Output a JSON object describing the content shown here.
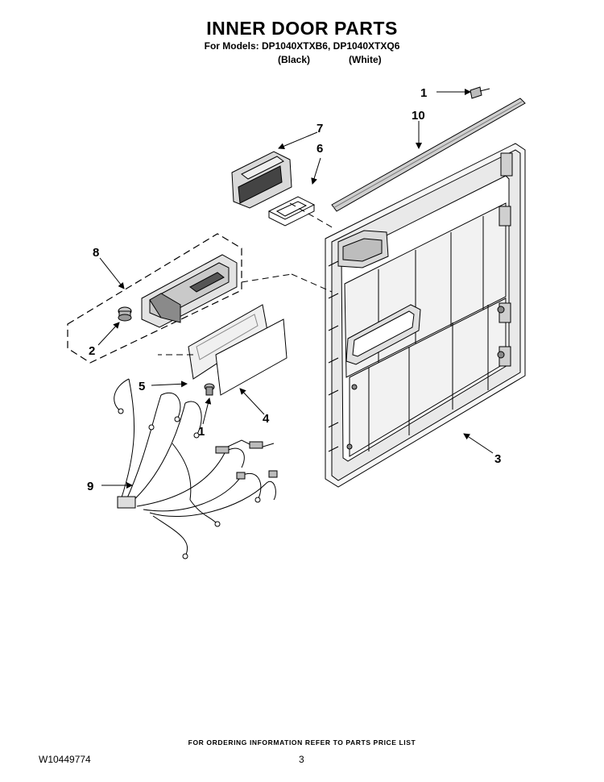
{
  "header": {
    "title": "INNER DOOR PARTS",
    "models_line": "For Models: DP1040XTXB6, DP1040XTXQ6",
    "variant_black": "(Black)",
    "variant_white": "(White)"
  },
  "callouts": {
    "c1_top": "1",
    "c10": "10",
    "c7": "7",
    "c6": "6",
    "c8": "8",
    "c2": "2",
    "c5": "5",
    "c1_mid": "1",
    "c4": "4",
    "c3": "3",
    "c9": "9"
  },
  "footer": {
    "ordering_note": "FOR ORDERING INFORMATION REFER TO PARTS PRICE LIST",
    "document_number": "W10449774",
    "page_number": "3"
  }
}
